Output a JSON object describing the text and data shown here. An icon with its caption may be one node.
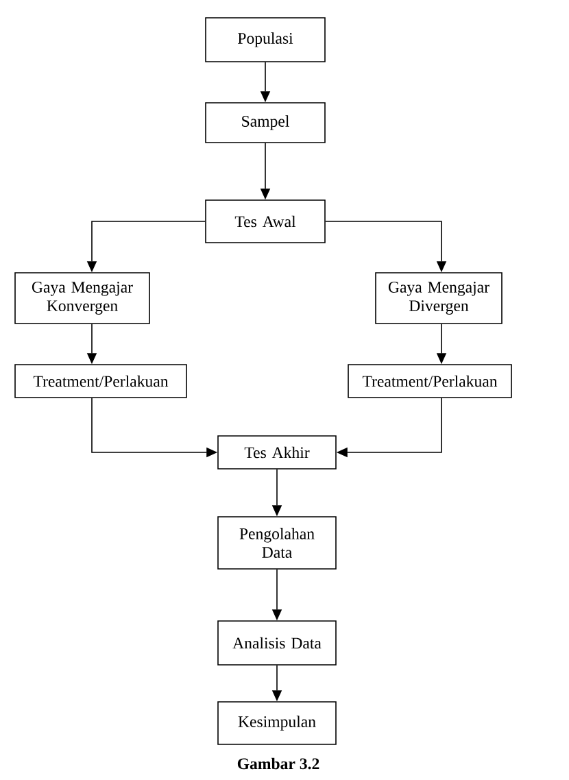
{
  "diagram": {
    "caption": "Gambar 3.2",
    "nodes": [
      {
        "text": [
          "Populasi"
        ]
      },
      {
        "text": [
          "Sampel"
        ]
      },
      {
        "text": [
          "Tes Awal"
        ]
      },
      {
        "text": [
          "Gaya Mengajar Konvergen"
        ]
      },
      {
        "text": [
          "Gaya Mengajar Divergen"
        ]
      },
      {
        "text": [
          "Treatment/Perlakuan"
        ]
      },
      {
        "text": [
          "Treatment/Perlakuan"
        ]
      },
      {
        "text": [
          "Tes Akhir"
        ]
      },
      {
        "text": [
          "Pengolahan Data"
        ]
      },
      {
        "text": [
          "Analisis Data"
        ]
      },
      {
        "text": [
          "Kesimpulan"
        ]
      }
    ],
    "edges": [
      {
        "from": 0,
        "to": 1,
        "arrow": "to"
      },
      {
        "from": 1,
        "to": 2,
        "arrow": "to"
      },
      {
        "from": 2,
        "to": 3,
        "arrow": "to"
      },
      {
        "from": 2,
        "to": 4,
        "arrow": "to"
      },
      {
        "from": 3,
        "to": 5,
        "arrow": "to"
      },
      {
        "from": 4,
        "to": 6,
        "arrow": "to"
      },
      {
        "from": 5,
        "to": 7,
        "arrow": "to"
      },
      {
        "from": 6,
        "to": 7,
        "arrow": "to"
      },
      {
        "from": 7,
        "to": 8,
        "arrow": "to"
      },
      {
        "from": 8,
        "to": 9,
        "arrow": "to"
      },
      {
        "from": 9,
        "to": 10,
        "arrow": "to"
      }
    ]
  }
}
